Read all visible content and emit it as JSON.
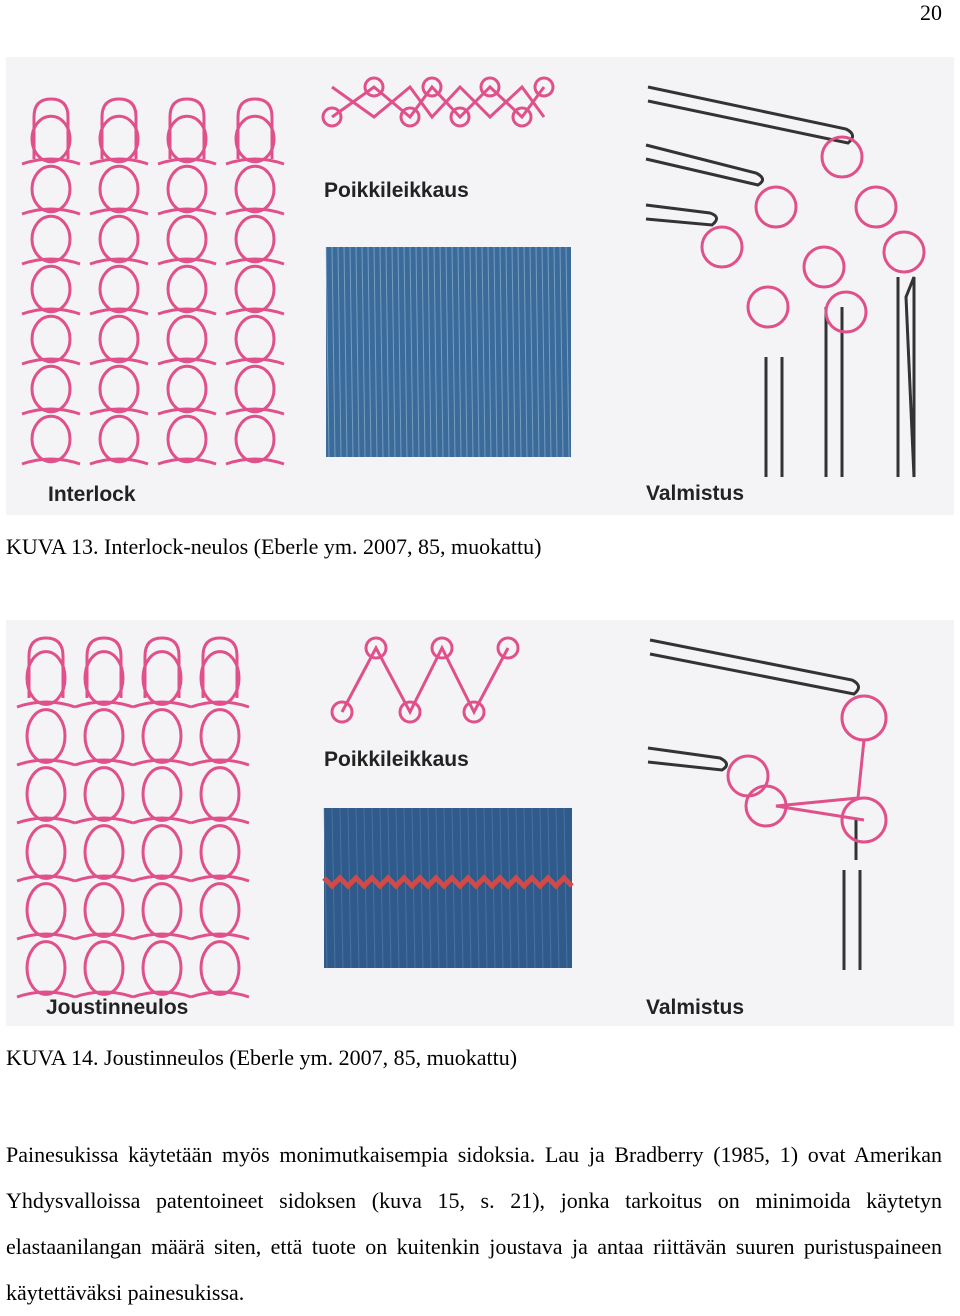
{
  "page_number": "20",
  "figure1": {
    "main_label": "Interlock",
    "cross_section_label": "Poikkileikkaus",
    "production_label": "Valmistus",
    "caption": "KUVA 13. Interlock-neulos (Eberle ym. 2007, 85, muokattu)"
  },
  "figure2": {
    "main_label": "Joustinneulos",
    "cross_section_label": "Poikkileikkaus",
    "production_label": "Valmistus",
    "caption": "KUVA 14. Joustinneulos (Eberle ym. 2007, 85, muokattu)"
  },
  "paragraph": "Painesukissa käytetään myös monimutkaisempia sidoksia. Lau ja Bradberry (1985, 1) ovat Amerikan Yhdysvalloissa patentoineet sidoksen (kuva 15, s. 21), jonka tarkoitus on minimoida käytetyn elastaanilangan määrä siten, että tuote on kuitenkin joustava ja antaa riittävän suuren puristuspaineen käytettäväksi painesukissa.",
  "colors": {
    "yarn_pink": "#e0508a",
    "fabric_blue": "#3a6b9a",
    "fabric_blue_dark": "#2f5a8a",
    "stripe_red": "#d14a4a"
  }
}
